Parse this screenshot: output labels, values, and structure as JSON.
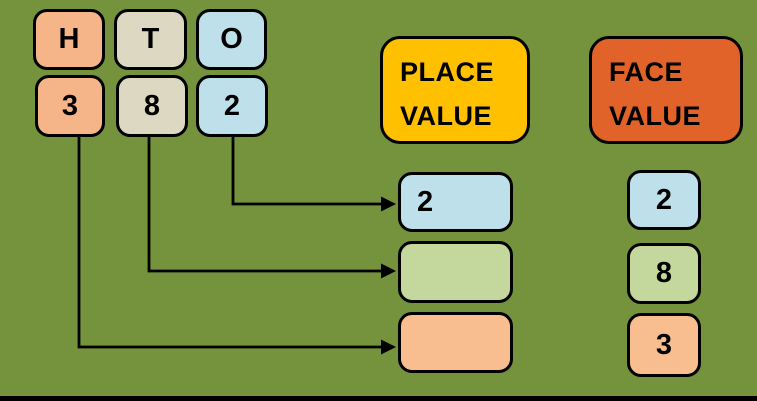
{
  "colors": {
    "background": "#75923D",
    "bottom_bar": "#000000",
    "border": "#000000",
    "peach": "#F6B489",
    "beige": "#DDD8C2",
    "blue": "#BEE0EA",
    "light_green": "#C4D79C",
    "peach_light": "#F8BE8F",
    "gold": "#FFC000",
    "red_orange": "#E2632A"
  },
  "number_panel": {
    "columns": [
      {
        "label": "H",
        "digit": "3",
        "color": "#F6B489"
      },
      {
        "label": "T",
        "digit": "8",
        "color": "#DDD8C2"
      },
      {
        "label": "O",
        "digit": "2",
        "color": "#BEE0EA"
      }
    ]
  },
  "place_value": {
    "header_line1": "PLACE",
    "header_line2": "VALUE",
    "header_color": "#FFC000",
    "boxes": [
      {
        "value": "2",
        "color": "#BEE0EA"
      },
      {
        "value": "",
        "color": "#C4D79C"
      },
      {
        "value": "",
        "color": "#F8BE8F"
      }
    ]
  },
  "face_value": {
    "header_line1": "FACE",
    "header_line2": "VALUE",
    "header_color": "#E2632A",
    "boxes": [
      {
        "value": "2",
        "color": "#BEE0EA"
      },
      {
        "value": "8",
        "color": "#C4D79C"
      },
      {
        "value": "3",
        "color": "#F8BE8F"
      }
    ]
  },
  "arrows": [
    {
      "from_digit": "2",
      "to": "place-value-box-1"
    },
    {
      "from_digit": "8",
      "to": "place-value-box-2"
    },
    {
      "from_digit": "3",
      "to": "place-value-box-3"
    }
  ]
}
